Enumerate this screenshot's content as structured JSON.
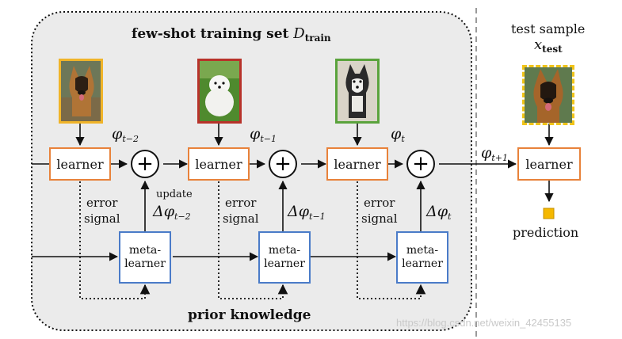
{
  "training_set": {
    "title": "few-shot training set ",
    "title_symbol": "D",
    "title_subscript": "train"
  },
  "learners": [
    {
      "label": "learner",
      "param": "φ",
      "param_sub": "t−2"
    },
    {
      "label": "learner",
      "param": "φ",
      "param_sub": "t−1"
    },
    {
      "label": "learner",
      "param": "φ",
      "param_sub": "t"
    }
  ],
  "meta_learners": [
    {
      "label_line1": "meta-",
      "label_line2": "learner"
    },
    {
      "label_line1": "meta-",
      "label_line2": "learner"
    },
    {
      "label_line1": "meta-",
      "label_line2": "learner"
    }
  ],
  "updates": [
    {
      "prefix": "update",
      "symbol": "Δφ",
      "sub": "t−2"
    },
    {
      "prefix": "",
      "symbol": "Δφ",
      "sub": "t−1"
    },
    {
      "prefix": "",
      "symbol": "Δφ",
      "sub": "t"
    }
  ],
  "error_signal": {
    "line1": "error",
    "line2": "signal"
  },
  "plus_symbol": "+",
  "prior_knowledge": "prior knowledge",
  "test": {
    "title": "test sample",
    "symbol": "x",
    "symbol_sub": "test",
    "param": "φ",
    "param_sub": "t+1",
    "learner_label": "learner",
    "prediction_label": "prediction"
  },
  "colors": {
    "learner_border": "#e8823a",
    "meta_border": "#4a7bc8",
    "panel_fill": "#ebebeb",
    "prediction": "#f5b800",
    "photo_borders": [
      "#f0b429",
      "#b8322a",
      "#5aa33c",
      "#f0c419"
    ]
  },
  "icons": [
    "german-shepherd-photo",
    "samoyed-photo",
    "husky-photo",
    "test-german-shepherd-photo"
  ],
  "watermark": "https://blog.csdn.net/weixin_42455135"
}
